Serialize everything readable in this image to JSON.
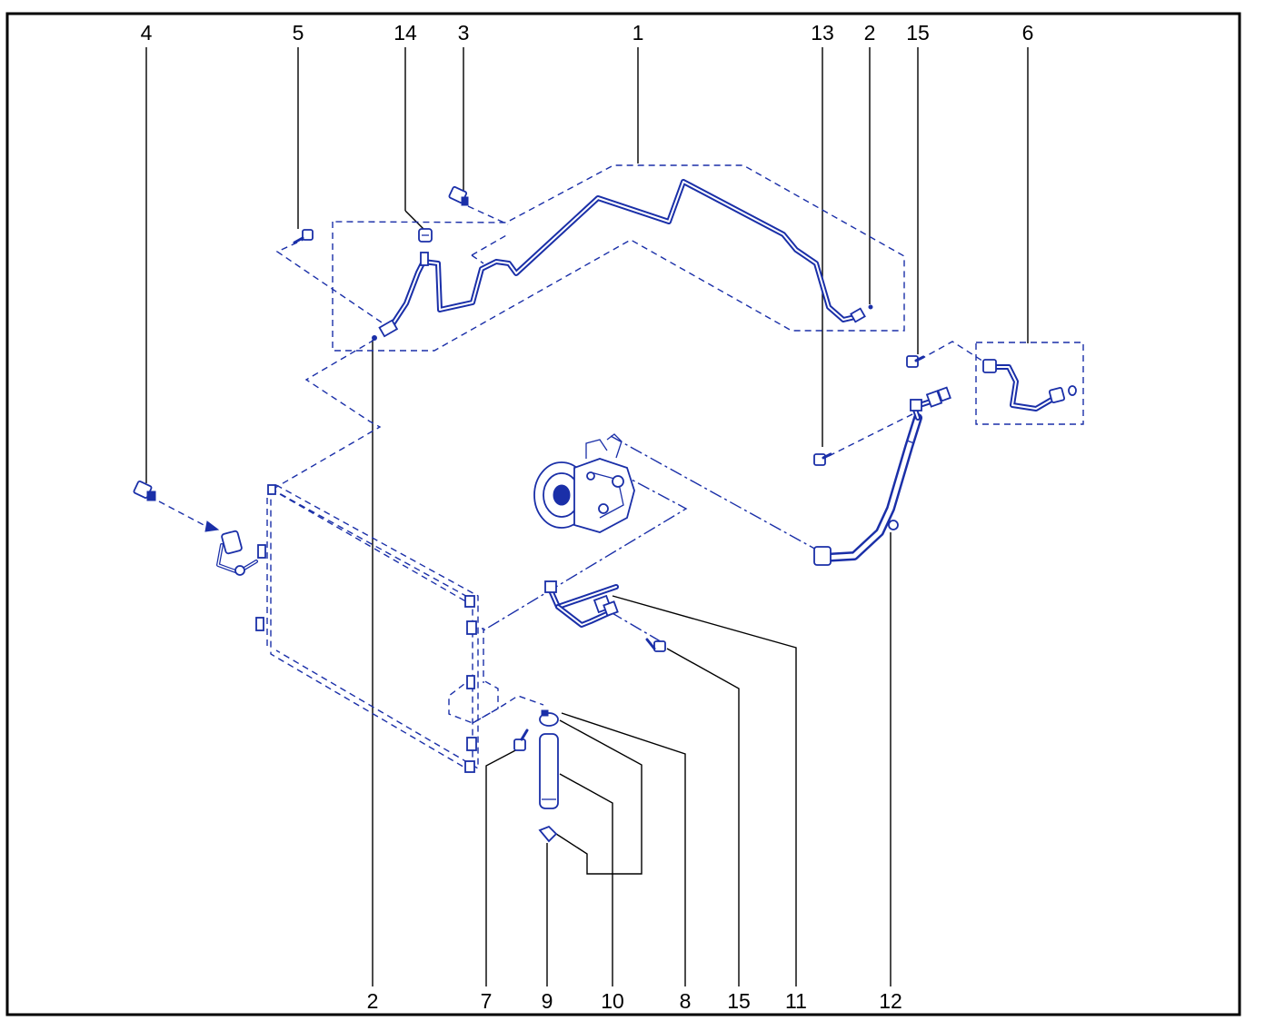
{
  "diagram": {
    "callouts_top": [
      "4",
      "5",
      "14",
      "3",
      "1",
      "13",
      "2",
      "15",
      "6"
    ],
    "callouts_bottom": [
      "2",
      "7",
      "9",
      "10",
      "8",
      "15",
      "11",
      "12"
    ]
  }
}
